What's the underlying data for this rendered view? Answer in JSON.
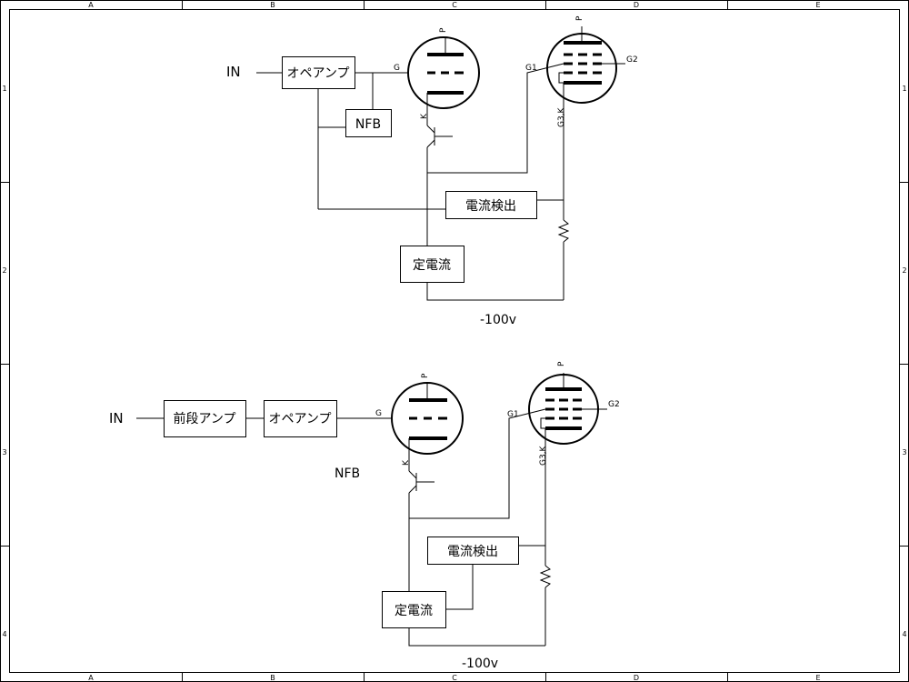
{
  "border": {
    "columns": [
      "A",
      "B",
      "C",
      "D",
      "E"
    ],
    "rows": [
      "1",
      "2",
      "3",
      "4"
    ]
  },
  "circuit_top": {
    "input_label": "IN",
    "opamp_label": "オペアンプ",
    "nfb_label": "NFB",
    "current_detect_label": "電流検出",
    "constant_current_label": "定電流",
    "supply_label": "-100v",
    "triode_pins": {
      "plate": "P",
      "grid": "G",
      "cathode": "K"
    },
    "pentode_pins": {
      "plate": "P",
      "g1": "G1",
      "g2": "G2",
      "g3k": "G3,K"
    }
  },
  "circuit_bottom": {
    "input_label": "IN",
    "preamp_label": "前段アンプ",
    "opamp_label": "オペアンプ",
    "nfb_label": "NFB",
    "current_detect_label": "電流検出",
    "constant_current_label": "定電流",
    "supply_label": "-100v",
    "triode_pins": {
      "plate": "P",
      "grid": "G",
      "cathode": "K"
    },
    "pentode_pins": {
      "plate": "P",
      "g1": "G1",
      "g2": "G2",
      "g3k": "G3,K"
    }
  }
}
